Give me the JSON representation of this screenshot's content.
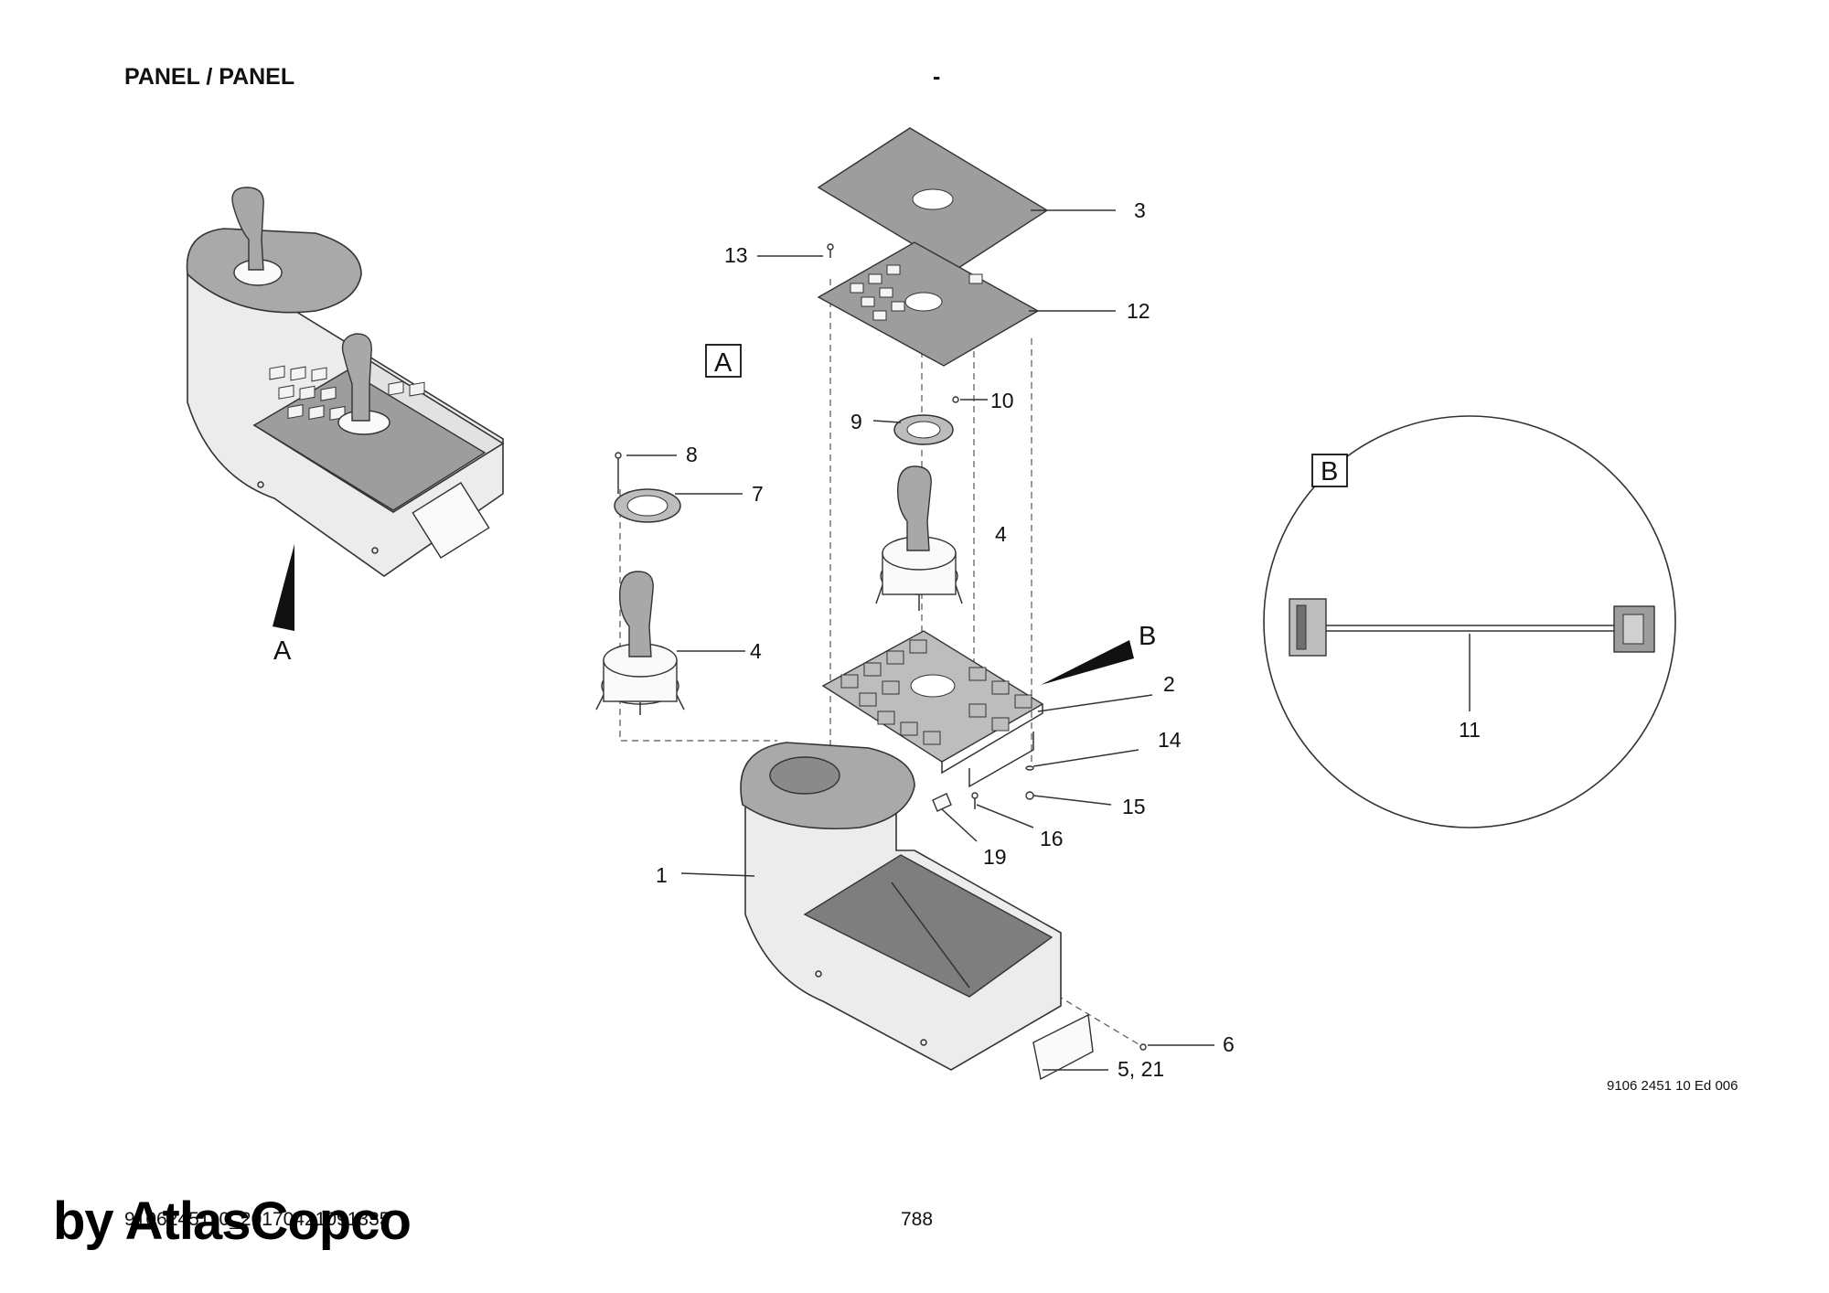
{
  "header": {
    "title": "PANEL / PANEL",
    "dash": "-"
  },
  "callouts": {
    "c3": "3",
    "c13": "13",
    "c12": "12",
    "c10": "10",
    "c9": "9",
    "c8": "8",
    "c7": "7",
    "c4a": "4",
    "c4b": "4",
    "c2": "2",
    "c14": "14",
    "c15": "15",
    "c16": "16",
    "c19": "19",
    "c1": "1",
    "c6": "6",
    "c5_21": "5, 21",
    "c11": "11"
  },
  "views": {
    "a_box": "A",
    "a_arrow": "A",
    "b_box": "B",
    "b_arrow": "B"
  },
  "doc_code": "9106 2451 10 Ed 006",
  "footer": {
    "id": "9106245110_20170421091335",
    "page": "788"
  },
  "watermark": "by AtlasCopco",
  "colors": {
    "line": "#333333",
    "body_fill": "#eaeaea",
    "top_fill": "#a9a9a9",
    "plate_fill": "#9a9a9a"
  }
}
